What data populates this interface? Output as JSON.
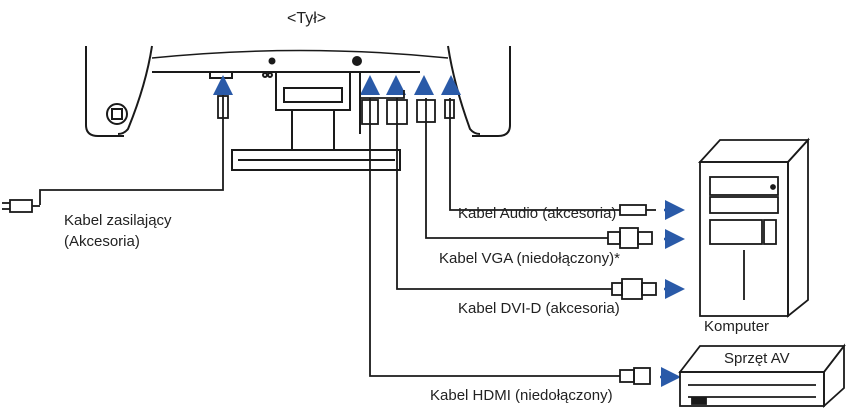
{
  "diagram": {
    "title": "<Tył>",
    "labels": {
      "power_cable": "Kabel zasilający",
      "power_cable_note": "(Akcesoria)",
      "audio_cable": "Kabel Audio (akcesoria)",
      "vga_cable": "Kabel VGA (niedołączony)*",
      "dvid_cable": "Kabel DVI-D (akcesoria)",
      "hdmi_cable": "Kabel HDMI (niedołączony)",
      "computer": "Komputer",
      "av_equipment": "Sprzęt AV"
    },
    "colors": {
      "line": "#1a1a1a",
      "arrow": "#2a5aa8"
    },
    "icons": [
      "arrow-up-icon",
      "arrow-right-icon",
      "power-plug-icon",
      "audio-jack-icon",
      "vga-connector-icon",
      "dvi-connector-icon",
      "hdmi-connector-icon"
    ]
  }
}
